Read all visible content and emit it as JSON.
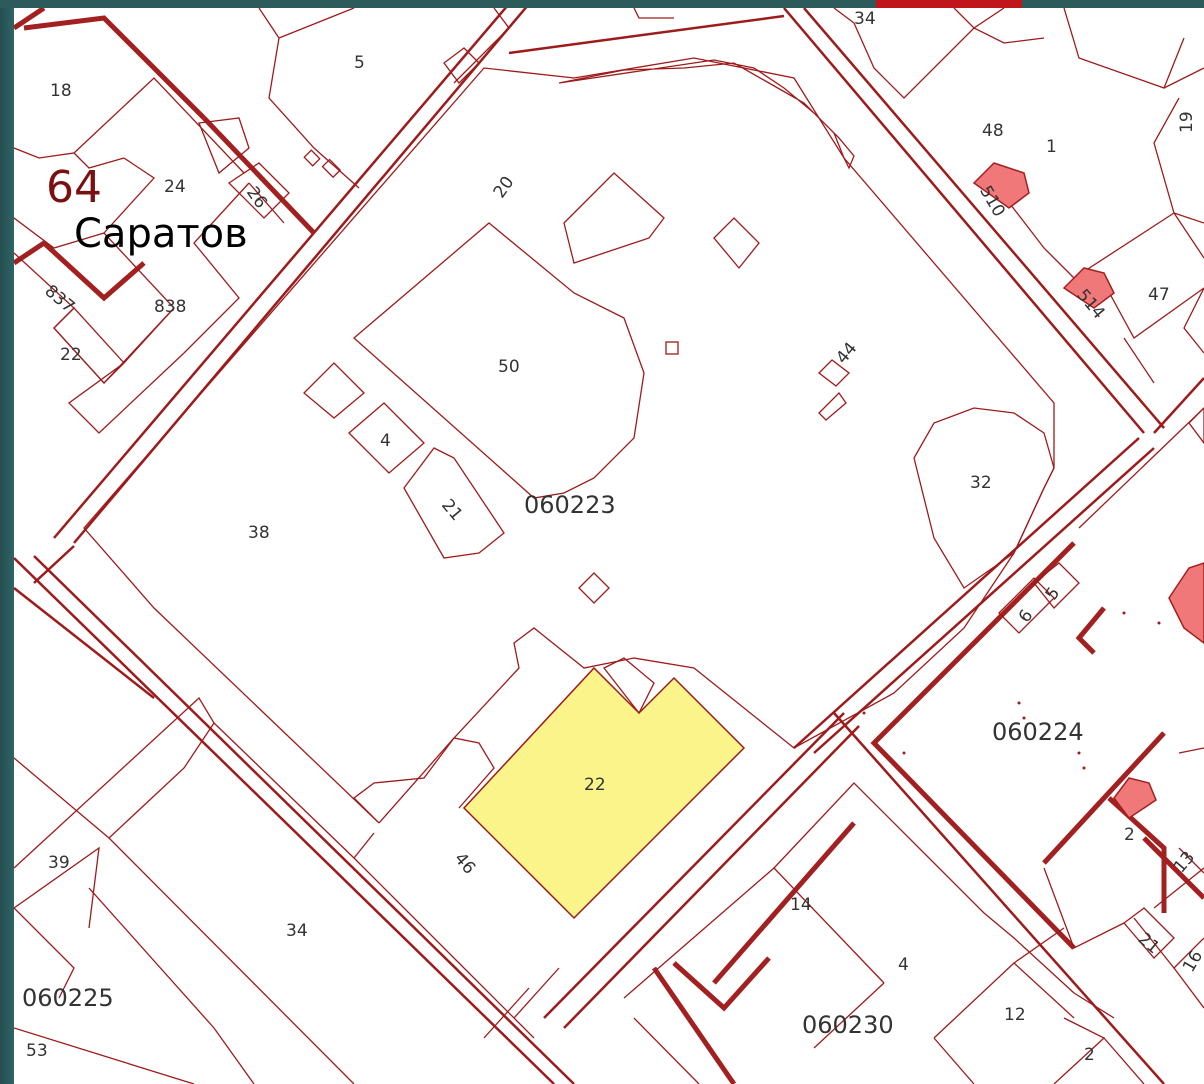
{
  "map": {
    "colors": {
      "border": "#9e1b1b",
      "highlight_fill": "#fbf48a",
      "building_fill": "#f07878",
      "background": "#ffffff",
      "frame": "#2d5a5a",
      "accent": "#c0161b"
    },
    "city": {
      "region_number": "64",
      "name": "Саратов"
    },
    "block_numbers": [
      "060223",
      "060224",
      "060225",
      "060230"
    ],
    "highlighted_parcel": "22",
    "parcel_labels": {
      "p5": "5",
      "p34top": "34",
      "p18": "18",
      "p24": "24",
      "p26": "26",
      "p837": "837",
      "p838": "838",
      "p22a": "22",
      "p20": "20",
      "p48": "48",
      "p1": "1",
      "p19": "19",
      "p510": "510",
      "p514": "514",
      "p47": "47",
      "p50": "50",
      "p44": "44",
      "p4a": "4",
      "p21a": "21",
      "p32": "32",
      "p38": "38",
      "p6": "6",
      "p5b": "5",
      "p22b": "22",
      "p46": "46",
      "p39": "39",
      "p34": "34",
      "p14": "14",
      "p4b": "4",
      "p12": "12",
      "p2a": "2",
      "p2b": "2",
      "p21b": "21",
      "p16": "16",
      "p13": "13",
      "p53": "53"
    }
  }
}
